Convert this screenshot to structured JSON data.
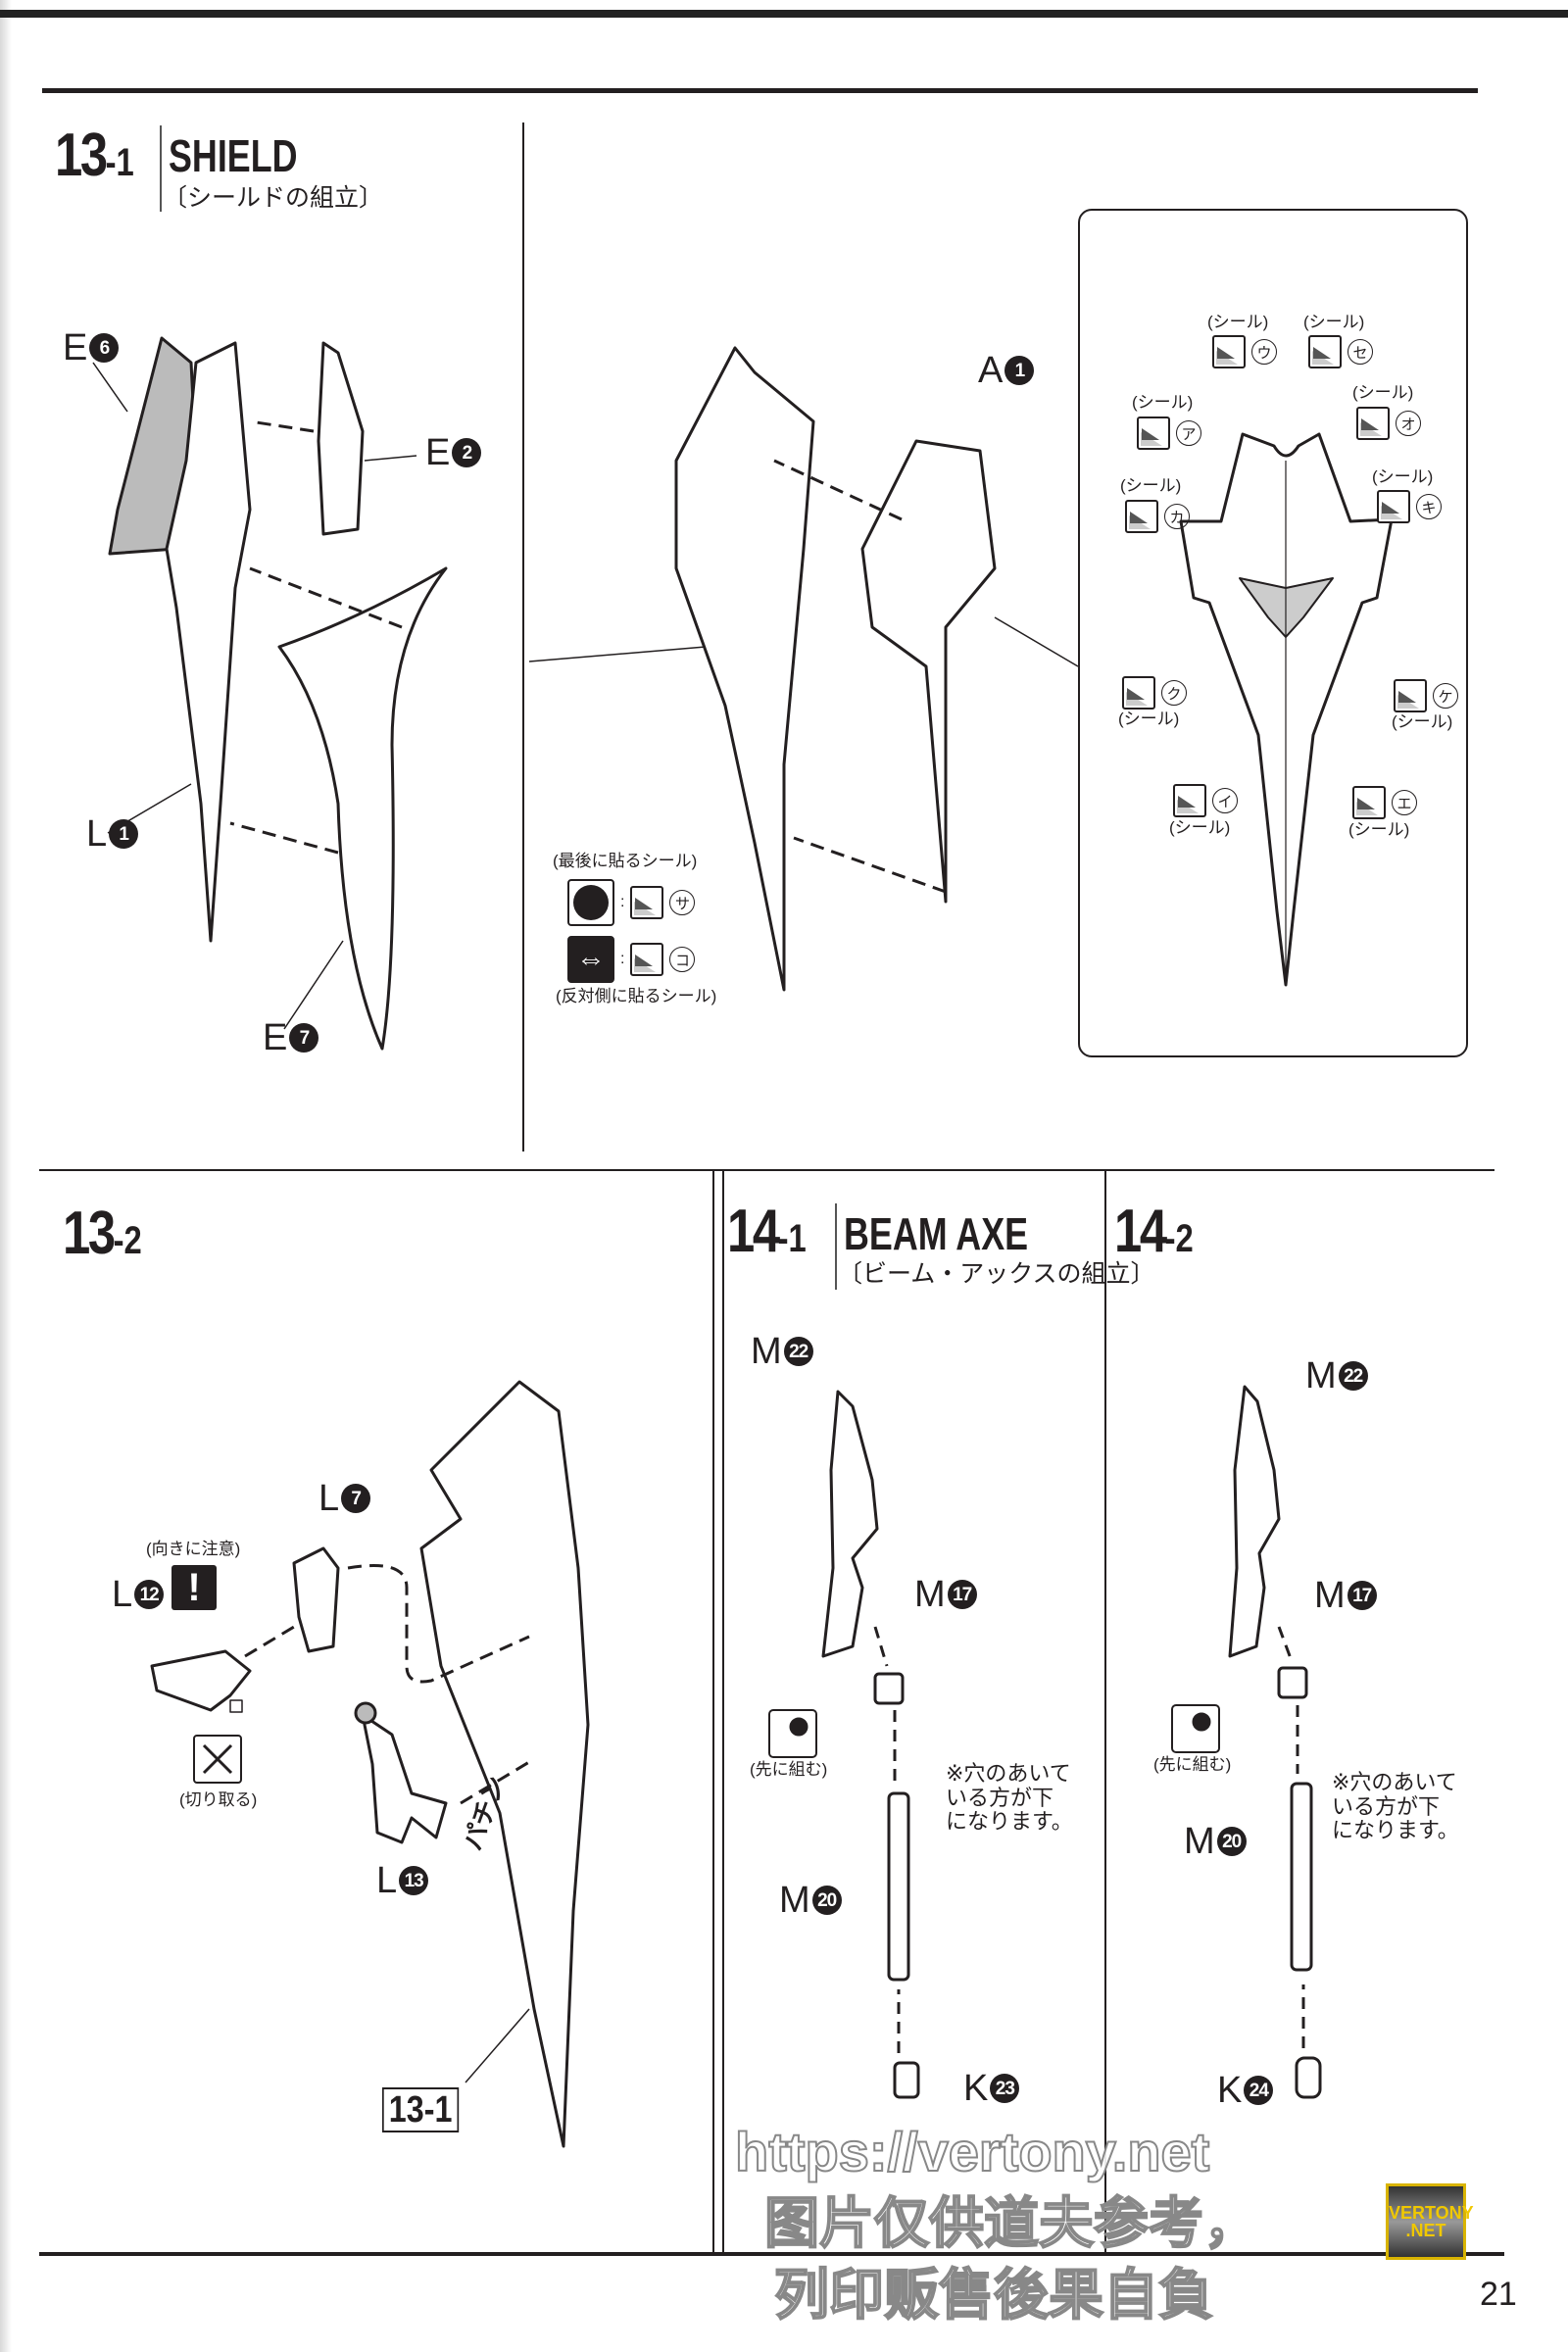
{
  "steps": {
    "s13_1": {
      "num": "13",
      "sub": "-1",
      "title": "SHIELD",
      "subtitle": "〔シールドの組立〕"
    },
    "s13_2": {
      "num": "13",
      "sub": "-2"
    },
    "s14_1": {
      "num": "14",
      "sub": "-1",
      "title": "BEAM AXE",
      "subtitle": "〔ビーム・アックスの組立〕"
    },
    "s14_2": {
      "num": "14",
      "sub": "-2"
    }
  },
  "parts": {
    "e6": {
      "letter": "E",
      "num": "6"
    },
    "e2": {
      "letter": "E",
      "num": "2"
    },
    "l1": {
      "letter": "L",
      "num": "1"
    },
    "e7": {
      "letter": "E",
      "num": "7"
    },
    "a1": {
      "letter": "A",
      "num": "1"
    },
    "l7": {
      "letter": "L",
      "num": "7"
    },
    "l12": {
      "letter": "L",
      "num": "12"
    },
    "l13": {
      "letter": "L",
      "num": "13"
    },
    "m22a": {
      "letter": "M",
      "num": "22"
    },
    "m17a": {
      "letter": "M",
      "num": "17"
    },
    "m20a": {
      "letter": "M",
      "num": "20"
    },
    "k23": {
      "letter": "K",
      "num": "23"
    },
    "m22b": {
      "letter": "M",
      "num": "22"
    },
    "m17b": {
      "letter": "M",
      "num": "17"
    },
    "m20b": {
      "letter": "M",
      "num": "20"
    },
    "k24": {
      "letter": "K",
      "num": "24"
    }
  },
  "stickers": {
    "label": "(シール)",
    "u": "ウ",
    "se": "セ",
    "a": "ア",
    "o": "オ",
    "ka": "カ",
    "ki": "キ",
    "ku": "ク",
    "ke": "ケ",
    "i": "イ",
    "e": "エ",
    "sa": "サ",
    "ko": "コ",
    "last_label": "(最後に貼るシール)",
    "opposite_label": "(反対側に貼るシール)",
    "colon": ":"
  },
  "notes": {
    "orientation": "(向きに注意)",
    "warning_mark": "!",
    "cut_off": "(切り取る)",
    "snap": "パチン",
    "ref_step": "13-1",
    "assemble_first": "(先に組む)",
    "hole_note": "※穴のあいて\nいる方が下\nになります。"
  },
  "footer": {
    "page_number": "21",
    "logo_line1": "VERTONY",
    "logo_line2": ".NET"
  },
  "watermark": {
    "line1": "https://vertony.net",
    "line2": "图片仅供道夫参考，",
    "line3": "列印贩售後果自負"
  }
}
